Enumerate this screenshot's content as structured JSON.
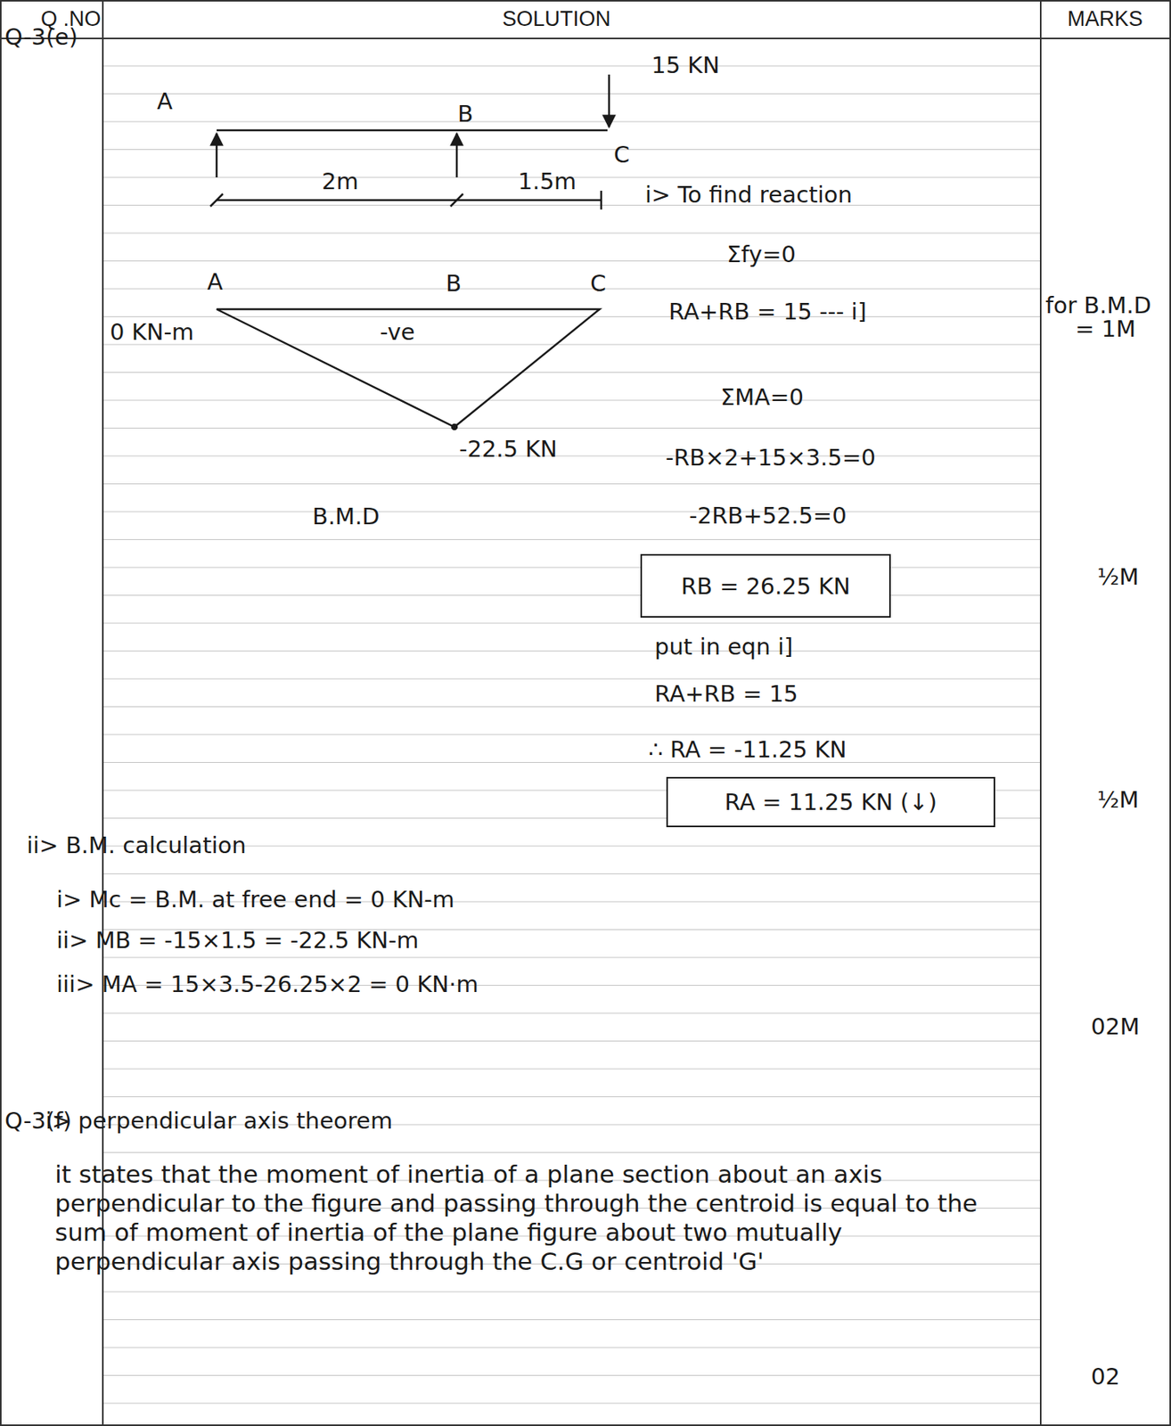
{
  "diagram": {
    "nodes": [
      {
        "text": [
          "RB = 26.25 KN"
        ]
      },
      {
        "text": [
          "RA = 11.25 KN (↓)"
        ]
      }
    ],
    "labels": [
      "Q .NO",
      "SOLUTION",
      "MARKS",
      "Q-3(e)",
      "15 KN",
      "A",
      "B",
      "C",
      "2m",
      "1.5m",
      "i> To find reaction",
      "A",
      "B",
      "C",
      "Σfy=0",
      "for B.M.D",
      "= 1M",
      "0 KN-m",
      "-ve",
      "RA+RB = 15 --- i]",
      "ΣMA=0",
      "-22.5 KN",
      "-RB×2+15×3.5=0",
      "B.M.D",
      "-2RB+52.5=0",
      "½M",
      "put in eqn i]",
      "RA+RB = 15",
      "∴ RA = -11.25 KN",
      "½M",
      "ii> B.M. calculation",
      "i> Mc = B.M. at free end = 0 KN-m",
      "ii> MB = -15×1.5 = -22.5 KN-m",
      "iii> MA = 15×3.5-26.25×2 = 0 KN·m",
      "02M",
      "Q-3(f)",
      "i> perpendicular axis theorem",
      "it states that the moment of inertia of a plane section about an axis perpendicular to the figure and passing through the centroid is equal to the sum of moment of inertia of the plane figure about two mutually perpendicular axis passing through the C.G or centroid 'G'",
      "02"
    ]
  }
}
